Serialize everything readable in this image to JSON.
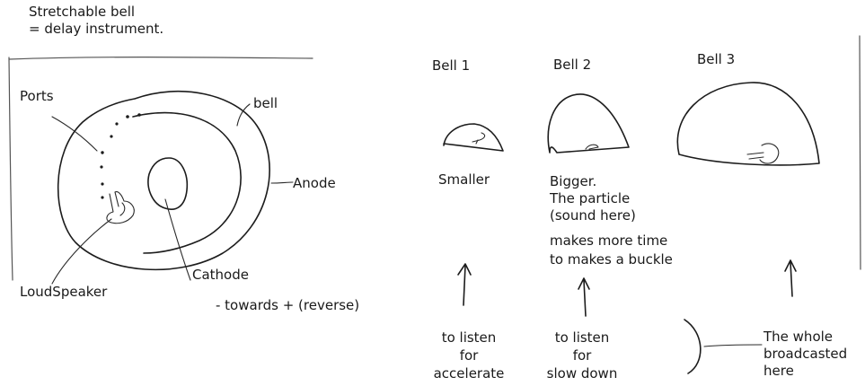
{
  "left_panel": {
    "title_line1": "Stretchable bell",
    "title_line2": "= delay instrument.",
    "label_ports": "Ports",
    "label_bell": "bell",
    "label_anode": "Anode",
    "label_cathode": "Cathode",
    "label_loudspeaker": "LoudSpeaker",
    "label_direction": "- towards + (reverse)"
  },
  "bells": [
    {
      "title": "Bell 1",
      "caption": [
        "Smaller"
      ],
      "note": [
        "to listen",
        "for",
        "accelerate"
      ]
    },
    {
      "title": "Bell 2",
      "caption": [
        "Bigger.",
        "The particle",
        "(sound here)",
        "makes more time",
        "to makes a buckle"
      ],
      "note": [
        "to listen",
        "for",
        "slow down"
      ]
    },
    {
      "title": "Bell 3",
      "caption": [],
      "note": [
        "The whole",
        "broadcasted",
        "here"
      ]
    }
  ]
}
